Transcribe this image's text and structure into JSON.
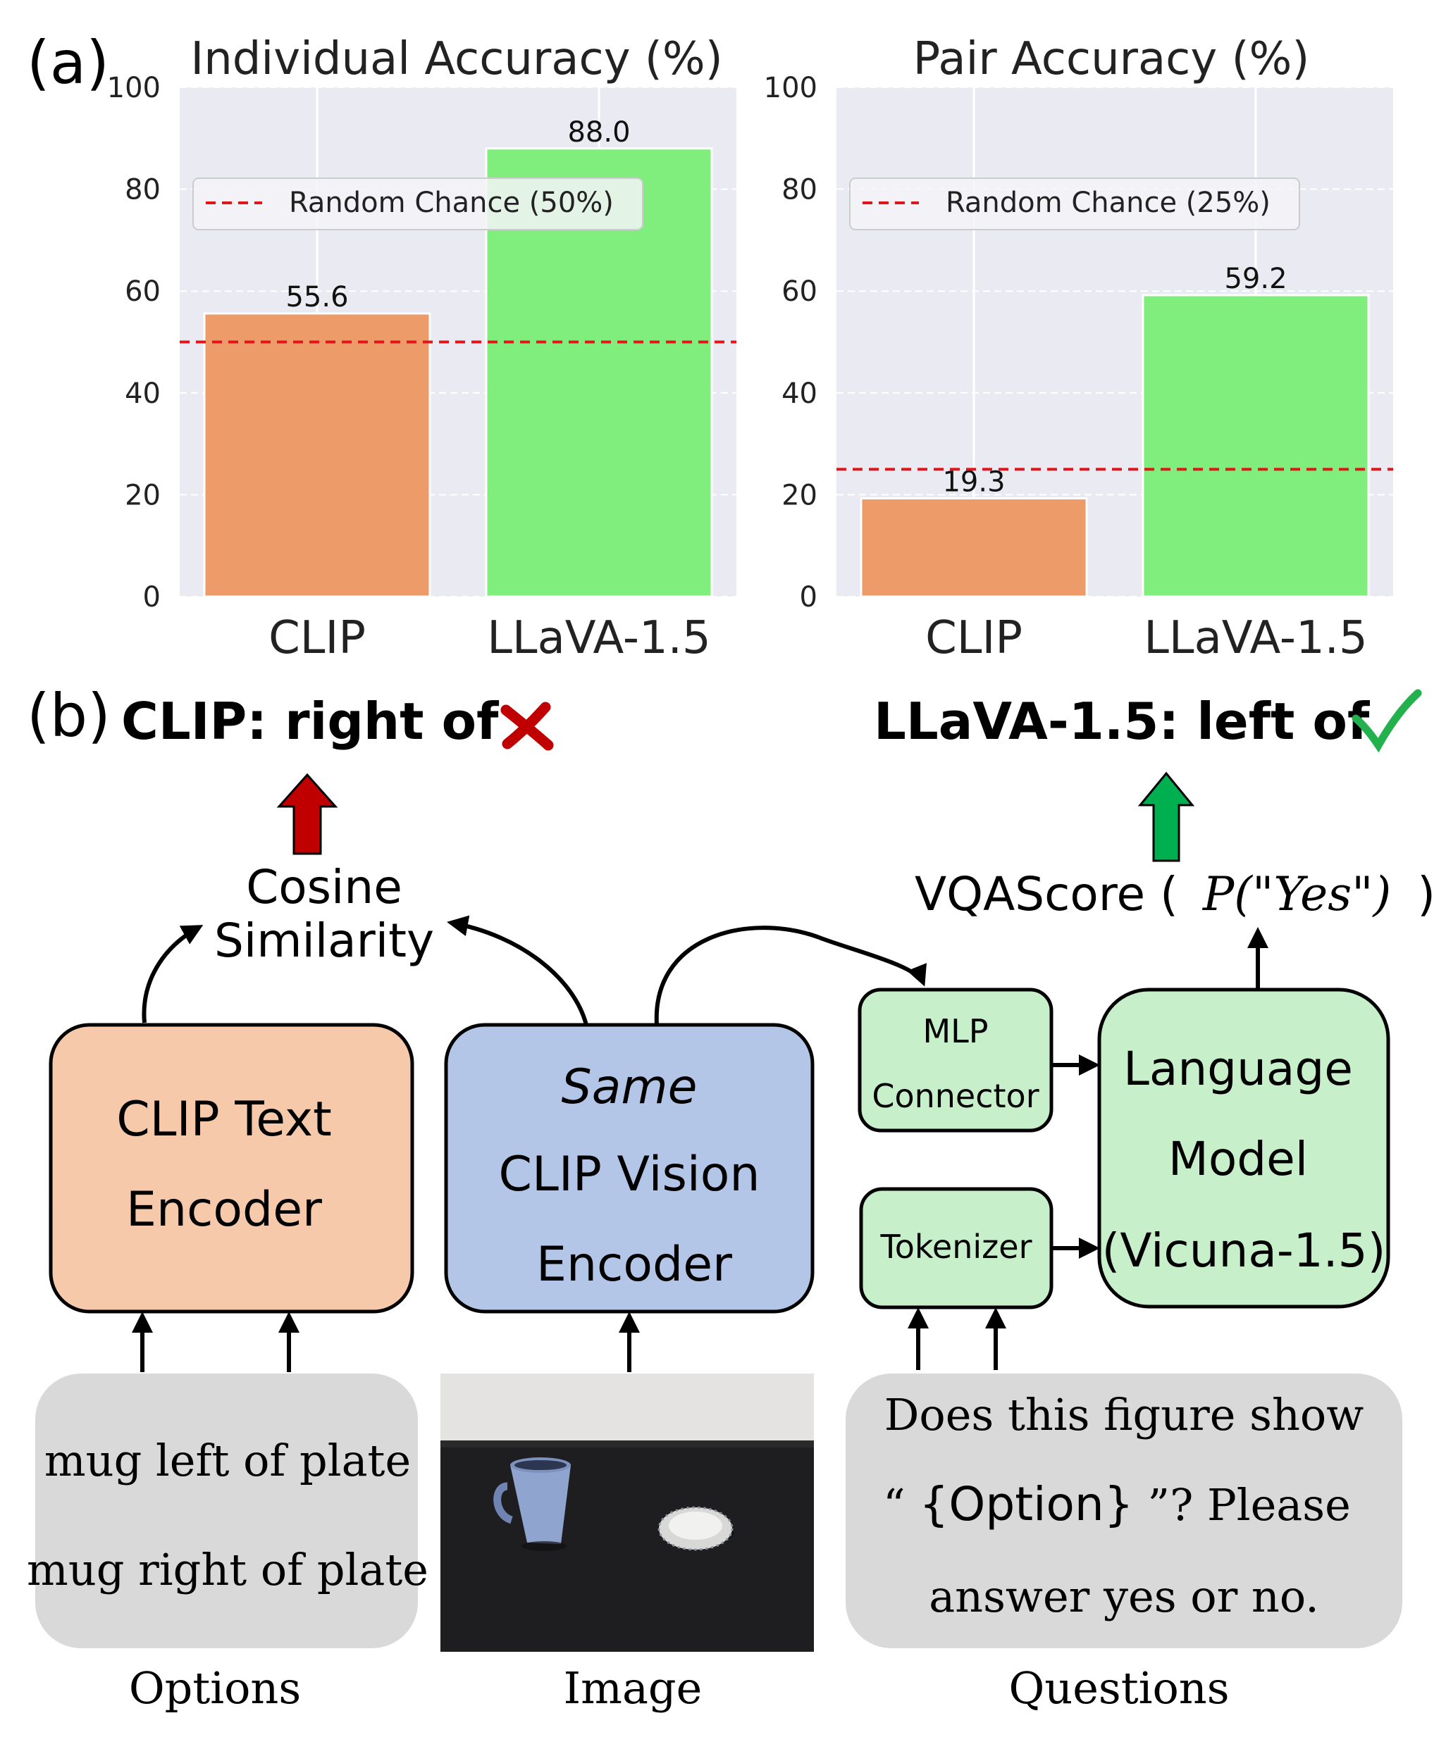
{
  "panel_a": {
    "label": "(a)",
    "charts": [
      {
        "title": "Individual Accuracy (%)",
        "legend": "Random Chance (50%)",
        "categories": [
          "CLIP",
          "LLaVA-1.5"
        ],
        "values": [
          55.6,
          88.0
        ],
        "value_labels": [
          "55.6",
          "88.0"
        ],
        "random_chance": 50,
        "ylim": [
          0,
          100
        ],
        "yticks": [
          "0",
          "20",
          "40",
          "60",
          "80",
          "100"
        ]
      },
      {
        "title": "Pair Accuracy (%)",
        "legend": "Random Chance (25%)",
        "categories": [
          "CLIP",
          "LLaVA-1.5"
        ],
        "values": [
          19.3,
          59.2
        ],
        "value_labels": [
          "19.3",
          "59.2"
        ],
        "random_chance": 25,
        "ylim": [
          0,
          100
        ],
        "yticks": [
          "0",
          "20",
          "40",
          "60",
          "80",
          "100"
        ]
      }
    ]
  },
  "chart_data": [
    {
      "type": "bar",
      "title": "Individual Accuracy (%)",
      "categories": [
        "CLIP",
        "LLaVA-1.5"
      ],
      "values": [
        55.6,
        88.0
      ],
      "reference_line": {
        "name": "Random Chance (50%)",
        "value": 50
      },
      "ylim": [
        0,
        100
      ],
      "grid": true,
      "legend_placement": "top-left"
    },
    {
      "type": "bar",
      "title": "Pair Accuracy (%)",
      "categories": [
        "CLIP",
        "LLaVA-1.5"
      ],
      "values": [
        19.3,
        59.2
      ],
      "reference_line": {
        "name": "Random Chance (25%)",
        "value": 25
      },
      "ylim": [
        0,
        100
      ],
      "grid": true,
      "legend_placement": "top-left"
    }
  ],
  "panel_b": {
    "label": "(b)",
    "clip_result": "CLIP: right of",
    "llava_result": "LLaVA-1.5: left of",
    "cosine_line1": "Cosine",
    "cosine_line2": "Similarity",
    "vqascore_prefix": "VQAScore (",
    "vqascore_formula": "P(\"Yes\")",
    "vqascore_suffix": ")",
    "text_encoder": [
      "CLIP Text",
      "Encoder"
    ],
    "vision_encoder": [
      "Same",
      "CLIP Vision",
      "Encoder"
    ],
    "mlp": [
      "MLP",
      "Connector"
    ],
    "tokenizer": "Tokenizer",
    "language_model": [
      "Language",
      "Model",
      "(Vicuna-1.5)"
    ],
    "options": [
      "mug left of plate",
      "mug right of plate"
    ],
    "question_line1": "Does this figure show",
    "question_quote_open": "“",
    "question_option": "{Option}",
    "question_quote_close": "”? Please",
    "question_line3": "answer yes or no.",
    "caption_options": "Options",
    "caption_image": "Image",
    "caption_questions": "Questions"
  },
  "colors": {
    "plot_bg": "#eaeaf2",
    "clip_bar": "#ed9b68",
    "llava_bar": "#80ee7d",
    "random_line": "#e0161b",
    "text_encoder_fill": "#f7c9ab",
    "vision_encoder_fill": "#b4c6e7",
    "green_box_fill": "#c6efca",
    "input_box_fill": "#d9d9d9",
    "red_arrow": "#c00000",
    "green_arrow": "#00b050",
    "cross": "#c00000",
    "check": "#22b14c"
  }
}
